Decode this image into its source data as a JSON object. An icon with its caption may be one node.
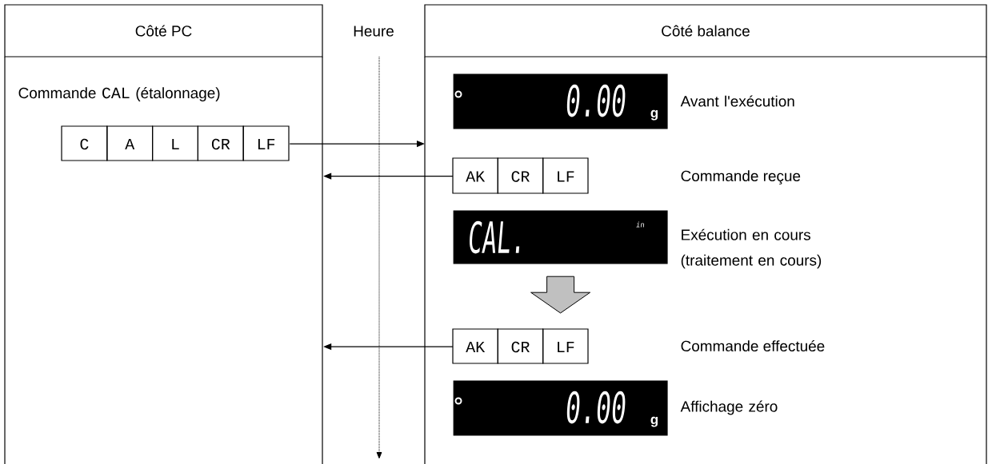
{
  "diagram": {
    "nodes": [
      {
        "text": [
          "Côté PC"
        ]
      },
      {
        "text": [
          "Côté balance"
        ]
      },
      {
        "text": [
          "C",
          "A",
          "L",
          "CR",
          "LF"
        ],
        "in": 0
      },
      {
        "text": [
          "0.00",
          "g"
        ],
        "in": 1,
        "beside": [
          "Avant l'exécution"
        ]
      },
      {
        "text": [
          "AK",
          "CR",
          "LF"
        ],
        "in": 1
      },
      {
        "text": [
          "CAL.",
          "in"
        ],
        "in": 1,
        "beside": [
          "Exécution en cours (traitement en cours)"
        ]
      },
      {
        "text": [
          "AK",
          "CR",
          "LF"
        ],
        "in": 1
      },
      {
        "text": [
          "0.00",
          "g"
        ],
        "in": 1,
        "beside": [
          "Affichage zéro"
        ]
      }
    ],
    "edges": [
      {
        "from": 2,
        "to": 1,
        "arrow": "to"
      },
      {
        "from": 4,
        "to": 0,
        "arrow": "to"
      },
      {
        "from": 5,
        "to": 6,
        "arrow": "to",
        "style": "thick",
        "color": "#c0c0c0"
      },
      {
        "from": 6,
        "to": 0,
        "arrow": "to"
      }
    ],
    "labels": [
      "Heure",
      "Commande",
      "CAL",
      "(étalonnage)",
      "Commande reçue",
      "Commande effectuée"
    ]
  }
}
